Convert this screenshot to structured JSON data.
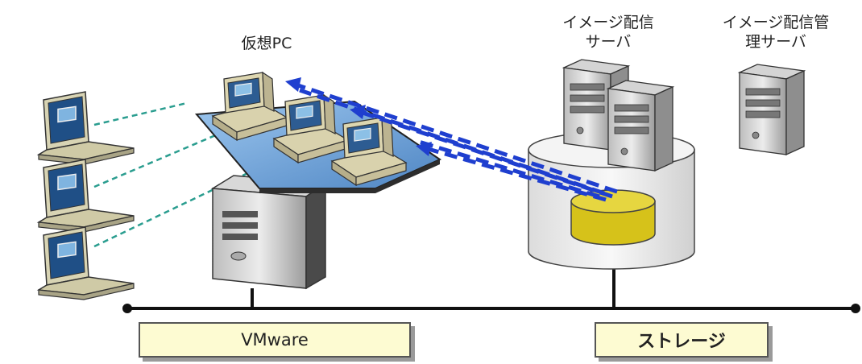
{
  "labels": {
    "virtual_pc": "仮想PC",
    "image_server_line1": "イメージ配信",
    "image_server_line2": "サーバ",
    "image_mgmt_line1": "イメージ配信管",
    "image_mgmt_line2": "理サーバ"
  },
  "boxes": {
    "vmware": "VMware",
    "storage": "ストレージ"
  },
  "colors": {
    "dashed_teal": "#2a9d8f",
    "dashed_blue": "#1f3fcf",
    "db_yellow": "#d6c21a",
    "box_fill": "#fdfbd2",
    "platform_blue": "#6fa0d6"
  }
}
